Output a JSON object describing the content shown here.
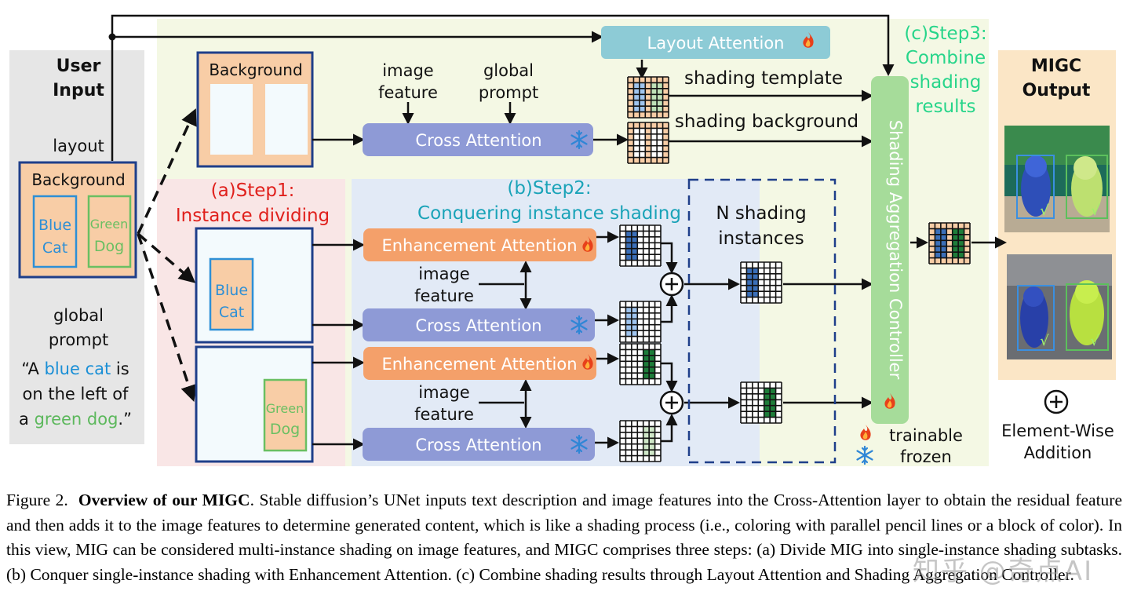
{
  "user_input": {
    "title_line1": "User",
    "title_line2": "Input",
    "layout_label": "layout",
    "background_label": "Background",
    "cat_line1": "Blue",
    "cat_line2": "Cat",
    "dog_line1": "Green",
    "dog_line2": "Dog",
    "prompt_label_line1": "global",
    "prompt_label_line2": "prompt",
    "prompt_text": {
      "l1_a": "“A ",
      "l1_b": "blue cat",
      "l1_c": " is",
      "l2": "on the left of",
      "l3_a": "a ",
      "l3_b": "green dog",
      "l3_c": ".”"
    }
  },
  "step1": {
    "title_line1": "(a)Step1:",
    "title_line2": "Instance dividing",
    "background_label": "Background",
    "cat_line1": "Blue",
    "cat_line2": "Cat",
    "dog_line1": "Green",
    "dog_line2": "Dog"
  },
  "step2": {
    "title_line1": "(b)Step2:",
    "title_line2": "Conquering instance shading",
    "enhancement_attention": "Enhancement Attention",
    "cross_attention": "Cross Attention",
    "image_feature_line1": "image",
    "image_feature_line2": "feature",
    "n_shading_line1": "N shading",
    "n_shading_line2": "instances"
  },
  "top": {
    "layout_attention": "Layout Attention",
    "cross_attention": "Cross Attention",
    "image_feature_line1": "image",
    "image_feature_line2": "feature",
    "global_prompt_line1": "global",
    "global_prompt_line2": "prompt",
    "shading_template": "shading template",
    "shading_background": "shading background"
  },
  "step3": {
    "title_line1": "(c)Step3:",
    "title_line2": "Combine",
    "title_line3": "shading",
    "title_line4": "results",
    "controller_label": "Shading Aggregation Controller"
  },
  "output": {
    "title_line1": "MIGC",
    "title_line2": "Output",
    "check_mark": "√",
    "legend_plus": "+",
    "legend_line1": "Element-Wise",
    "legend_line2": "Addition"
  },
  "legend": {
    "trainable": "trainable",
    "frozen": "frozen"
  },
  "colors": {
    "blue_text": "#1a8fd6",
    "green_text": "#5cb85c",
    "step1_red": "#e0201c",
    "step2_teal": "#1aa3b8",
    "step3_green": "#27d58a",
    "attention_purple": "#8e9ad6",
    "enhancement_orange": "#f4a06a",
    "layout_attention_teal": "#8dcbd6"
  },
  "caption": {
    "figure": "Figure 2.",
    "bold": "Overview of our MIGC",
    "text": ". Stable diffusion’s UNet inputs text description and image features into the Cross-Attention layer to obtain the residual feature and then adds it to the image features to determine generated content, which is like a shading process (i.e., coloring with parallel pencil lines or a block of color). In this view, MIG can be considered multi-instance shading on image features, and MIGC comprises three steps: (a) Divide MIG into single-instance shading subtasks. (b) Conquer single-instance shading with Enhancement Attention. (c) Combine shading results through Layout Attention and Shading Aggregation Controller."
  },
  "watermark": "知乎 @奇点AI"
}
